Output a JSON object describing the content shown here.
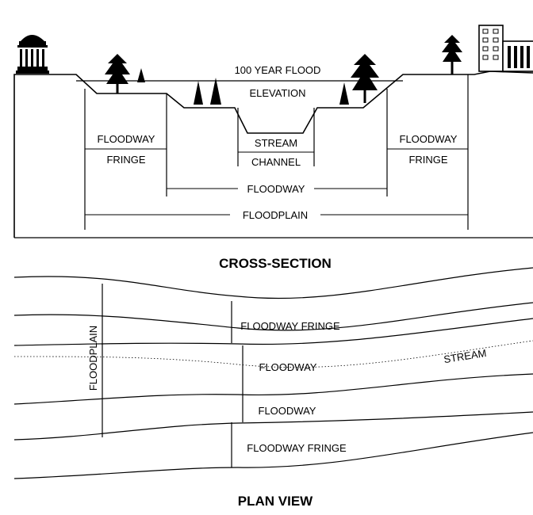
{
  "cross_section": {
    "title": "CROSS-SECTION",
    "flood_label_line1": "100 YEAR FLOOD",
    "flood_label_line2": "ELEVATION",
    "left_fringe_line1": "FLOODWAY",
    "left_fringe_line2": "FRINGE",
    "right_fringe_line1": "FLOODWAY",
    "right_fringe_line2": "FRINGE",
    "stream_line1": "STREAM",
    "stream_line2": "CHANNEL",
    "floodway": "FLOODWAY",
    "floodplain": "FLOODPLAIN"
  },
  "plan_view": {
    "title": "PLAN VIEW",
    "floodplain": "FLOODPLAIN",
    "fringe_top": "FLOODWAY FRINGE",
    "floodway_top": "FLOODWAY",
    "stream": "STREAM",
    "floodway_bottom": "FLOODWAY",
    "fringe_bottom": "FLOODWAY FRINGE"
  },
  "icons": [
    "courthouse-icon",
    "tree-icon",
    "office-building-icon"
  ]
}
